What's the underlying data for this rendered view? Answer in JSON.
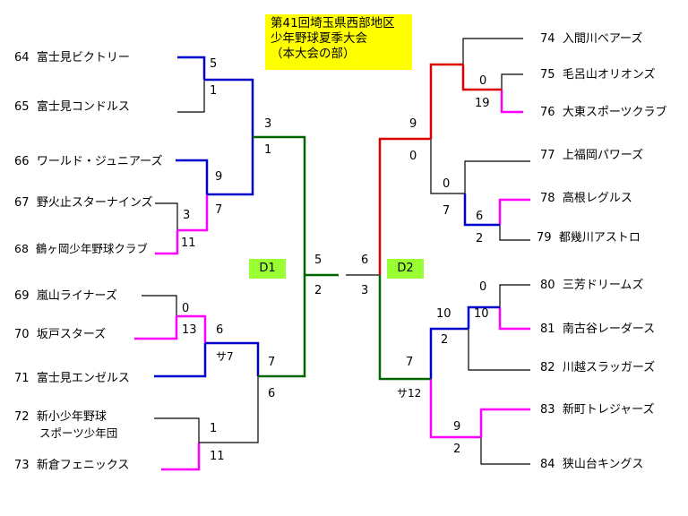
{
  "title": {
    "line1": "第41回埼玉県西部地区",
    "line2": "少年野球夏季大会",
    "line3": "（本大会の部）"
  },
  "divisions": {
    "left": "D1",
    "right": "D2"
  },
  "left_teams": [
    {
      "no": "64",
      "name": "富士見ビクトリー"
    },
    {
      "no": "65",
      "name": "富士見コンドルス"
    },
    {
      "no": "66",
      "name": "ワールド・ジュニアーズ"
    },
    {
      "no": "67",
      "name": "野火止スターナインズ"
    },
    {
      "no": "68",
      "name": "鶴ヶ岡少年野球クラブ"
    },
    {
      "no": "69",
      "name": "嵐山ライナーズ"
    },
    {
      "no": "70",
      "name": "坂戸スターズ"
    },
    {
      "no": "71",
      "name": "富士見エンゼルス"
    },
    {
      "no": "72",
      "name": "新小少年野球",
      "name2": "スポーツ少年団"
    },
    {
      "no": "73",
      "name": "新倉フェニックス"
    }
  ],
  "right_teams": [
    {
      "no": "74",
      "name": "入間川ベアーズ"
    },
    {
      "no": "75",
      "name": "毛呂山オリオンズ"
    },
    {
      "no": "76",
      "name": "大東スポーツクラブ"
    },
    {
      "no": "77",
      "name": "上福岡パワーズ"
    },
    {
      "no": "78",
      "name": "高根レグルス"
    },
    {
      "no": "79",
      "name": "都幾川アストロ"
    },
    {
      "no": "80",
      "name": "三芳ドリームズ"
    },
    {
      "no": "81",
      "name": "南古谷レーダース"
    },
    {
      "no": "82",
      "name": "川越スラッガーズ"
    },
    {
      "no": "83",
      "name": "新町トレジャーズ"
    },
    {
      "no": "84",
      "name": "狭山台キングス"
    }
  ],
  "scores": {
    "m64_65": [
      "5",
      "1"
    ],
    "m67_68": [
      "3",
      "11"
    ],
    "m66_67": [
      "9",
      "7"
    ],
    "m64_66": [
      "3",
      "1"
    ],
    "m69_70": [
      "0",
      "13"
    ],
    "m70_71": [
      "6",
      "サ7"
    ],
    "m72_73": [
      "1",
      "11"
    ],
    "m71_73": [
      "7",
      "6"
    ],
    "d1_final": [
      "5",
      "2"
    ],
    "m75_76": [
      "0",
      "19"
    ],
    "m74_76": [
      "9",
      "0"
    ],
    "m78_79": [
      "6",
      "2"
    ],
    "m77_78": [
      "0",
      "7"
    ],
    "m80_81": [
      "0",
      "10"
    ],
    "m81_82": [
      "10",
      "2"
    ],
    "m83_84": [
      "9",
      "2"
    ],
    "m81_83": [
      "7",
      "サ12"
    ],
    "d2_final": [
      "6",
      "3"
    ]
  },
  "colors": {
    "blue": "#0000cc",
    "magenta": "#ff00ff",
    "green": "#006600",
    "red": "#dd0000",
    "line": "#000000",
    "title_bg": "#ffff00",
    "badge_bg": "#99ff33"
  }
}
